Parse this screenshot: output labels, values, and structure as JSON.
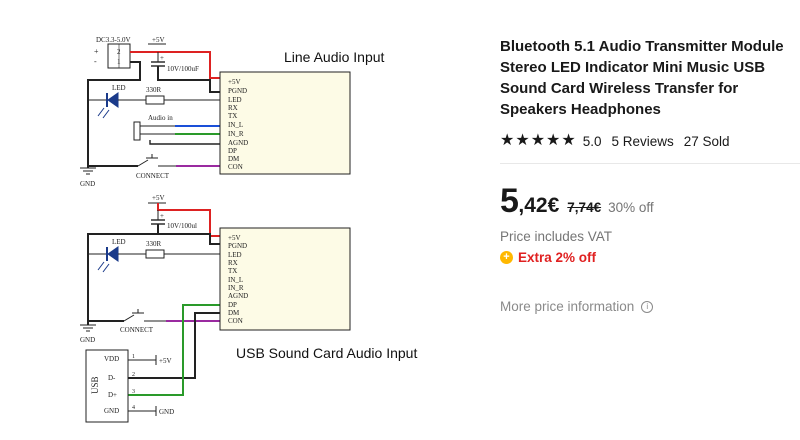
{
  "product": {
    "title": "Bluetooth 5.1 Audio Transmitter Module Stereo LED Indicator Mini Music USB Sound Card Wireless Transfer for Speakers Headphones",
    "rating": "5.0",
    "rating_stars": 5,
    "reviews": "5 Reviews",
    "sold": "27 Sold",
    "price_int": "5",
    "price_dec": ",42€",
    "price_original": "7,74€",
    "discount": "30% off",
    "vat": "Price includes VAT",
    "extra_discount": "Extra 2% off",
    "more_price": "More price information"
  },
  "icons": {
    "star": "star-icon",
    "extra": "plus-coin-icon",
    "info": "info-circle-icon"
  },
  "colors": {
    "accent_red": "#e02020",
    "coin_yellow": "#ffb800",
    "text_dark": "#191919",
    "text_gray": "#757575"
  },
  "schematic": {
    "caption_top": "Line Audio Input",
    "caption_bottom": "USB Sound Card Audio Input",
    "power_label": "DC3.3-5.0V",
    "cap_top": "10V/100uF",
    "cap_bottom": "10V/100ul",
    "plus5v": "+5V",
    "led": "LED",
    "resistor": "330R",
    "audio_in": "Audio in",
    "connect": "CONNECT",
    "gnd": "GND",
    "pins": [
      "+5V",
      "PGND",
      "LED",
      "RX",
      "TX",
      "IN_L",
      "IN_R",
      "AGND",
      "DP",
      "DM",
      "CON"
    ],
    "usb_label": "USB",
    "usb_pins": [
      "VDD",
      "D-",
      "D+",
      "GND"
    ],
    "usb_nums": [
      "1",
      "2",
      "3",
      "4"
    ],
    "usb_vdd_net": "+5V",
    "usb_gnd_net": "GND",
    "jack_nums": [
      "2",
      "1"
    ],
    "plus": "+",
    "minus": "-"
  }
}
